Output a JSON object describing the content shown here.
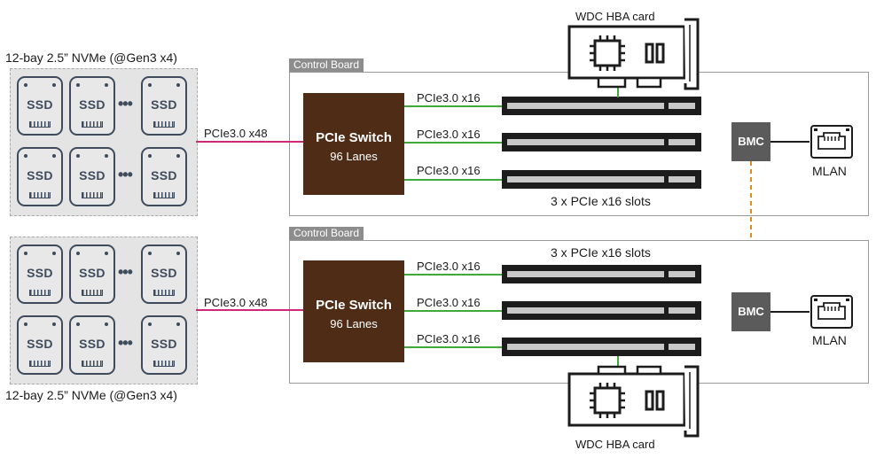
{
  "bays": {
    "top_label": "12-bay 2.5” NVMe (@Gen3 x4)",
    "bottom_label": "12-bay 2.5” NVMe (@Gen3 x4)",
    "ssd_label": "SSD"
  },
  "boards": [
    {
      "tag": "Control Board",
      "uplink": "PCIe3.0 x48",
      "switch_title": "PCIe Switch",
      "switch_lanes": "96 Lanes",
      "links": [
        "PCIe3.0 x16",
        "PCIe3.0 x16",
        "PCIe3.0 x16"
      ],
      "slots_label": "3 x PCIe x16 slots",
      "bmc": "BMC",
      "mlan": "MLAN",
      "hba": "WDC HBA card"
    },
    {
      "tag": "Control Board",
      "uplink": "PCIe3.0 x48",
      "switch_title": "PCIe Switch",
      "switch_lanes": "96 Lanes",
      "links": [
        "PCIe3.0 x16",
        "PCIe3.0 x16",
        "PCIe3.0 x16"
      ],
      "slots_label": "3 x PCIe x16 slots",
      "bmc": "BMC",
      "mlan": "MLAN",
      "hba": "WDC HBA card"
    }
  ],
  "colors": {
    "uplink_line": "#cc2a78",
    "pcie_line": "#3faa3a",
    "bmc_link": "#e08a1e",
    "switch_fill": "#4f2c16",
    "ssd_stroke": "#3e4b5c"
  },
  "icons": [
    "ssd-icon",
    "ellipsis-icon",
    "hba-card-icon",
    "chip-icon",
    "rj45-port-icon"
  ]
}
